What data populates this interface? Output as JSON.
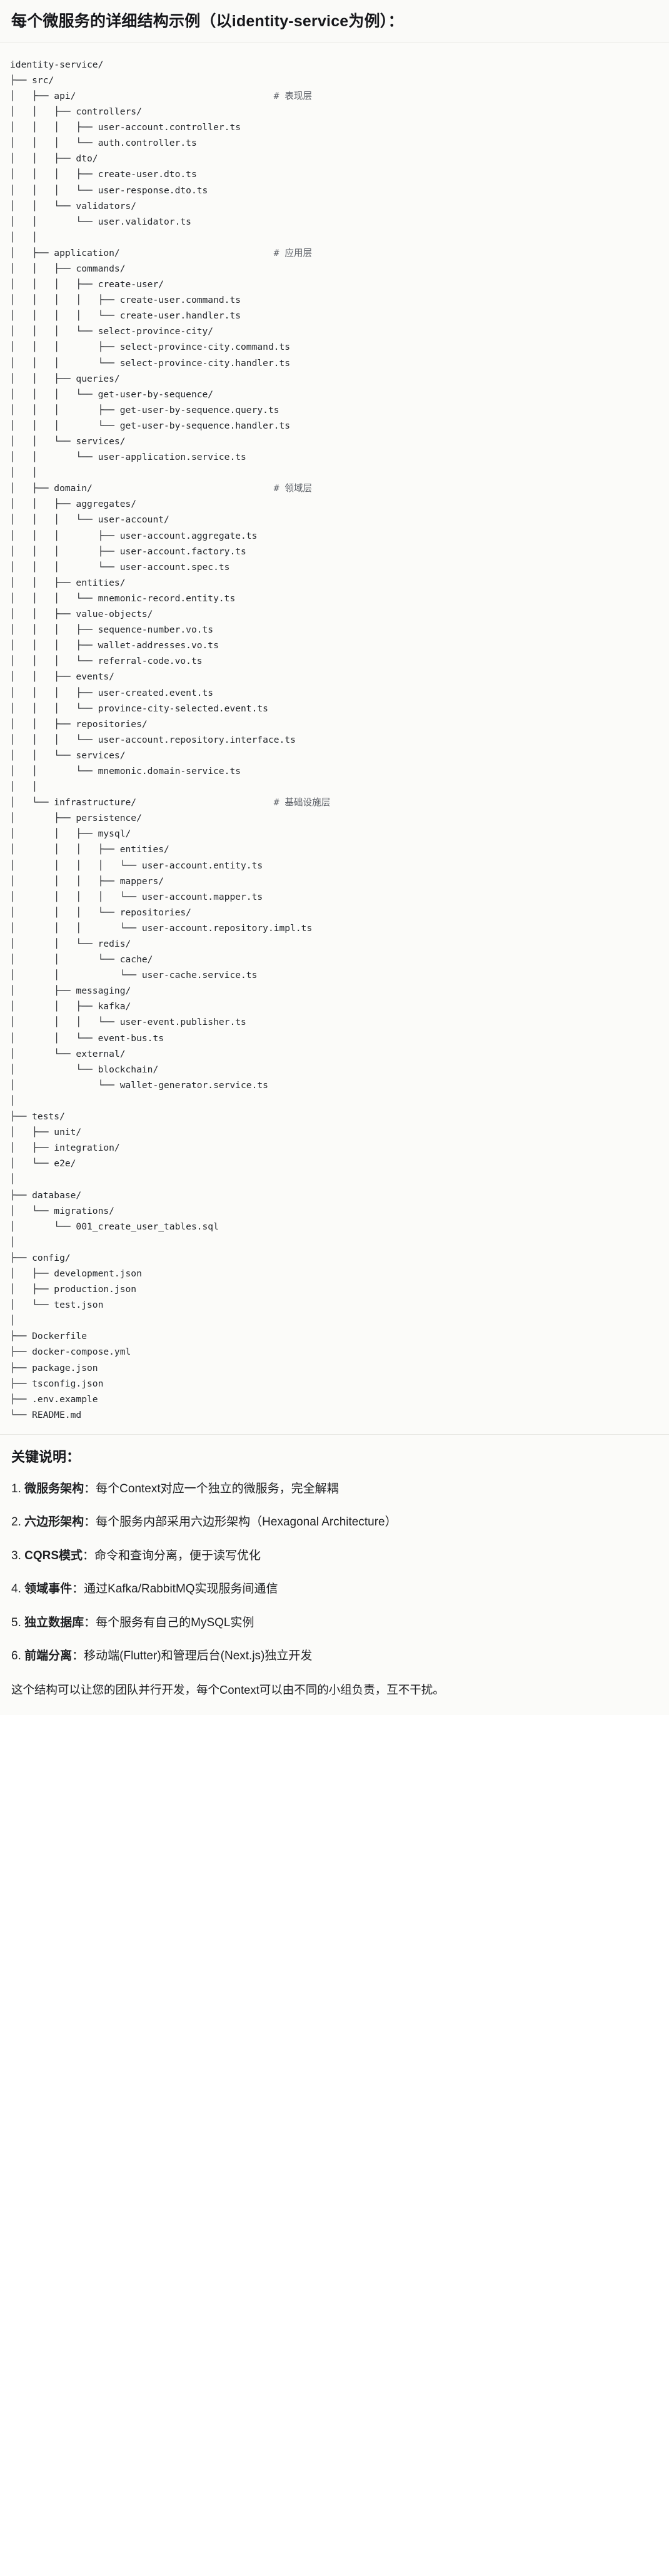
{
  "heading": {
    "text": "每个微服务的详细结构示例（以identity-service为例）："
  },
  "tree": {
    "root": "identity-service/",
    "lines": [
      {
        "text": "identity-service/",
        "comment": ""
      },
      {
        "text": "├── src/",
        "comment": ""
      },
      {
        "text": "│   ├── api/",
        "comment": "# 表现层"
      },
      {
        "text": "│   │   ├── controllers/",
        "comment": ""
      },
      {
        "text": "│   │   │   ├── user-account.controller.ts",
        "comment": ""
      },
      {
        "text": "│   │   │   └── auth.controller.ts",
        "comment": ""
      },
      {
        "text": "│   │   ├── dto/",
        "comment": ""
      },
      {
        "text": "│   │   │   ├── create-user.dto.ts",
        "comment": ""
      },
      {
        "text": "│   │   │   └── user-response.dto.ts",
        "comment": ""
      },
      {
        "text": "│   │   └── validators/",
        "comment": ""
      },
      {
        "text": "│   │       └── user.validator.ts",
        "comment": ""
      },
      {
        "text": "│   │",
        "comment": ""
      },
      {
        "text": "│   ├── application/",
        "comment": "# 应用层"
      },
      {
        "text": "│   │   ├── commands/",
        "comment": ""
      },
      {
        "text": "│   │   │   ├── create-user/",
        "comment": ""
      },
      {
        "text": "│   │   │   │   ├── create-user.command.ts",
        "comment": ""
      },
      {
        "text": "│   │   │   │   └── create-user.handler.ts",
        "comment": ""
      },
      {
        "text": "│   │   │   └── select-province-city/",
        "comment": ""
      },
      {
        "text": "│   │   │       ├── select-province-city.command.ts",
        "comment": ""
      },
      {
        "text": "│   │   │       └── select-province-city.handler.ts",
        "comment": ""
      },
      {
        "text": "│   │   ├── queries/",
        "comment": ""
      },
      {
        "text": "│   │   │   └── get-user-by-sequence/",
        "comment": ""
      },
      {
        "text": "│   │   │       ├── get-user-by-sequence.query.ts",
        "comment": ""
      },
      {
        "text": "│   │   │       └── get-user-by-sequence.handler.ts",
        "comment": ""
      },
      {
        "text": "│   │   └── services/",
        "comment": ""
      },
      {
        "text": "│   │       └── user-application.service.ts",
        "comment": ""
      },
      {
        "text": "│   │",
        "comment": ""
      },
      {
        "text": "│   ├── domain/",
        "comment": "# 领域层"
      },
      {
        "text": "│   │   ├── aggregates/",
        "comment": ""
      },
      {
        "text": "│   │   │   └── user-account/",
        "comment": ""
      },
      {
        "text": "│   │   │       ├── user-account.aggregate.ts",
        "comment": ""
      },
      {
        "text": "│   │   │       ├── user-account.factory.ts",
        "comment": ""
      },
      {
        "text": "│   │   │       └── user-account.spec.ts",
        "comment": ""
      },
      {
        "text": "│   │   ├── entities/",
        "comment": ""
      },
      {
        "text": "│   │   │   └── mnemonic-record.entity.ts",
        "comment": ""
      },
      {
        "text": "│   │   ├── value-objects/",
        "comment": ""
      },
      {
        "text": "│   │   │   ├── sequence-number.vo.ts",
        "comment": ""
      },
      {
        "text": "│   │   │   ├── wallet-addresses.vo.ts",
        "comment": ""
      },
      {
        "text": "│   │   │   └── referral-code.vo.ts",
        "comment": ""
      },
      {
        "text": "│   │   ├── events/",
        "comment": ""
      },
      {
        "text": "│   │   │   ├── user-created.event.ts",
        "comment": ""
      },
      {
        "text": "│   │   │   └── province-city-selected.event.ts",
        "comment": ""
      },
      {
        "text": "│   │   ├── repositories/",
        "comment": ""
      },
      {
        "text": "│   │   │   └── user-account.repository.interface.ts",
        "comment": ""
      },
      {
        "text": "│   │   └── services/",
        "comment": ""
      },
      {
        "text": "│   │       └── mnemonic.domain-service.ts",
        "comment": ""
      },
      {
        "text": "│   │",
        "comment": ""
      },
      {
        "text": "│   └── infrastructure/",
        "comment": "# 基础设施层"
      },
      {
        "text": "│       ├── persistence/",
        "comment": ""
      },
      {
        "text": "│       │   ├── mysql/",
        "comment": ""
      },
      {
        "text": "│       │   │   ├── entities/",
        "comment": ""
      },
      {
        "text": "│       │   │   │   └── user-account.entity.ts",
        "comment": ""
      },
      {
        "text": "│       │   │   ├── mappers/",
        "comment": ""
      },
      {
        "text": "│       │   │   │   └── user-account.mapper.ts",
        "comment": ""
      },
      {
        "text": "│       │   │   └── repositories/",
        "comment": ""
      },
      {
        "text": "│       │   │       └── user-account.repository.impl.ts",
        "comment": ""
      },
      {
        "text": "│       │   └── redis/",
        "comment": ""
      },
      {
        "text": "│       │       └── cache/",
        "comment": ""
      },
      {
        "text": "│       │           └── user-cache.service.ts",
        "comment": ""
      },
      {
        "text": "│       ├── messaging/",
        "comment": ""
      },
      {
        "text": "│       │   ├── kafka/",
        "comment": ""
      },
      {
        "text": "│       │   │   └── user-event.publisher.ts",
        "comment": ""
      },
      {
        "text": "│       │   └── event-bus.ts",
        "comment": ""
      },
      {
        "text": "│       └── external/",
        "comment": ""
      },
      {
        "text": "│           └── blockchain/",
        "comment": ""
      },
      {
        "text": "│               └── wallet-generator.service.ts",
        "comment": ""
      },
      {
        "text": "│",
        "comment": ""
      },
      {
        "text": "├── tests/",
        "comment": ""
      },
      {
        "text": "│   ├── unit/",
        "comment": ""
      },
      {
        "text": "│   ├── integration/",
        "comment": ""
      },
      {
        "text": "│   └── e2e/",
        "comment": ""
      },
      {
        "text": "│",
        "comment": ""
      },
      {
        "text": "├── database/",
        "comment": ""
      },
      {
        "text": "│   └── migrations/",
        "comment": ""
      },
      {
        "text": "│       └── 001_create_user_tables.sql",
        "comment": ""
      },
      {
        "text": "│",
        "comment": ""
      },
      {
        "text": "├── config/",
        "comment": ""
      },
      {
        "text": "│   ├── development.json",
        "comment": ""
      },
      {
        "text": "│   ├── production.json",
        "comment": ""
      },
      {
        "text": "│   └── test.json",
        "comment": ""
      },
      {
        "text": "│",
        "comment": ""
      },
      {
        "text": "├── Dockerfile",
        "comment": ""
      },
      {
        "text": "├── docker-compose.yml",
        "comment": ""
      },
      {
        "text": "├── package.json",
        "comment": ""
      },
      {
        "text": "├── tsconfig.json",
        "comment": ""
      },
      {
        "text": "├── .env.example",
        "comment": ""
      },
      {
        "text": "└── README.md",
        "comment": ""
      }
    ],
    "comment_column": 48,
    "layer_comments": [
      "# 表现层",
      "# 应用层",
      "# 领域层",
      "# 基础设施层"
    ]
  },
  "notes": {
    "title": "关键说明：",
    "items": [
      {
        "num": "1.",
        "term": "微服务架构",
        "sep": "：",
        "desc": "每个Context对应一个独立的微服务，完全解耦"
      },
      {
        "num": "2.",
        "term": "六边形架构",
        "sep": "：",
        "desc": "每个服务内部采用六边形架构（Hexagonal Architecture）"
      },
      {
        "num": "3.",
        "term": "CQRS模式",
        "sep": "：",
        "desc": "命令和查询分离，便于读写优化"
      },
      {
        "num": "4.",
        "term": "领域事件",
        "sep": "：",
        "desc": "通过Kafka/RabbitMQ实现服务间通信"
      },
      {
        "num": "5.",
        "term": "独立数据库",
        "sep": "：",
        "desc": "每个服务有自己的MySQL实例"
      },
      {
        "num": "6.",
        "term": "前端分离",
        "sep": "：",
        "desc": "移动端(Flutter)和管理后台(Next.js)独立开发"
      }
    ],
    "closing": "这个结构可以让您的团队并行开发，每个Context可以由不同的小组负责，互不干扰。"
  },
  "colors": {
    "page_bg": "#ffffff",
    "band_bg": "#fbfbf9",
    "heading_bg": "#fafaf8",
    "divider": "#e6e6e2",
    "text": "#1f2023",
    "code_text": "#24272c",
    "comment_text": "#5d6168"
  }
}
